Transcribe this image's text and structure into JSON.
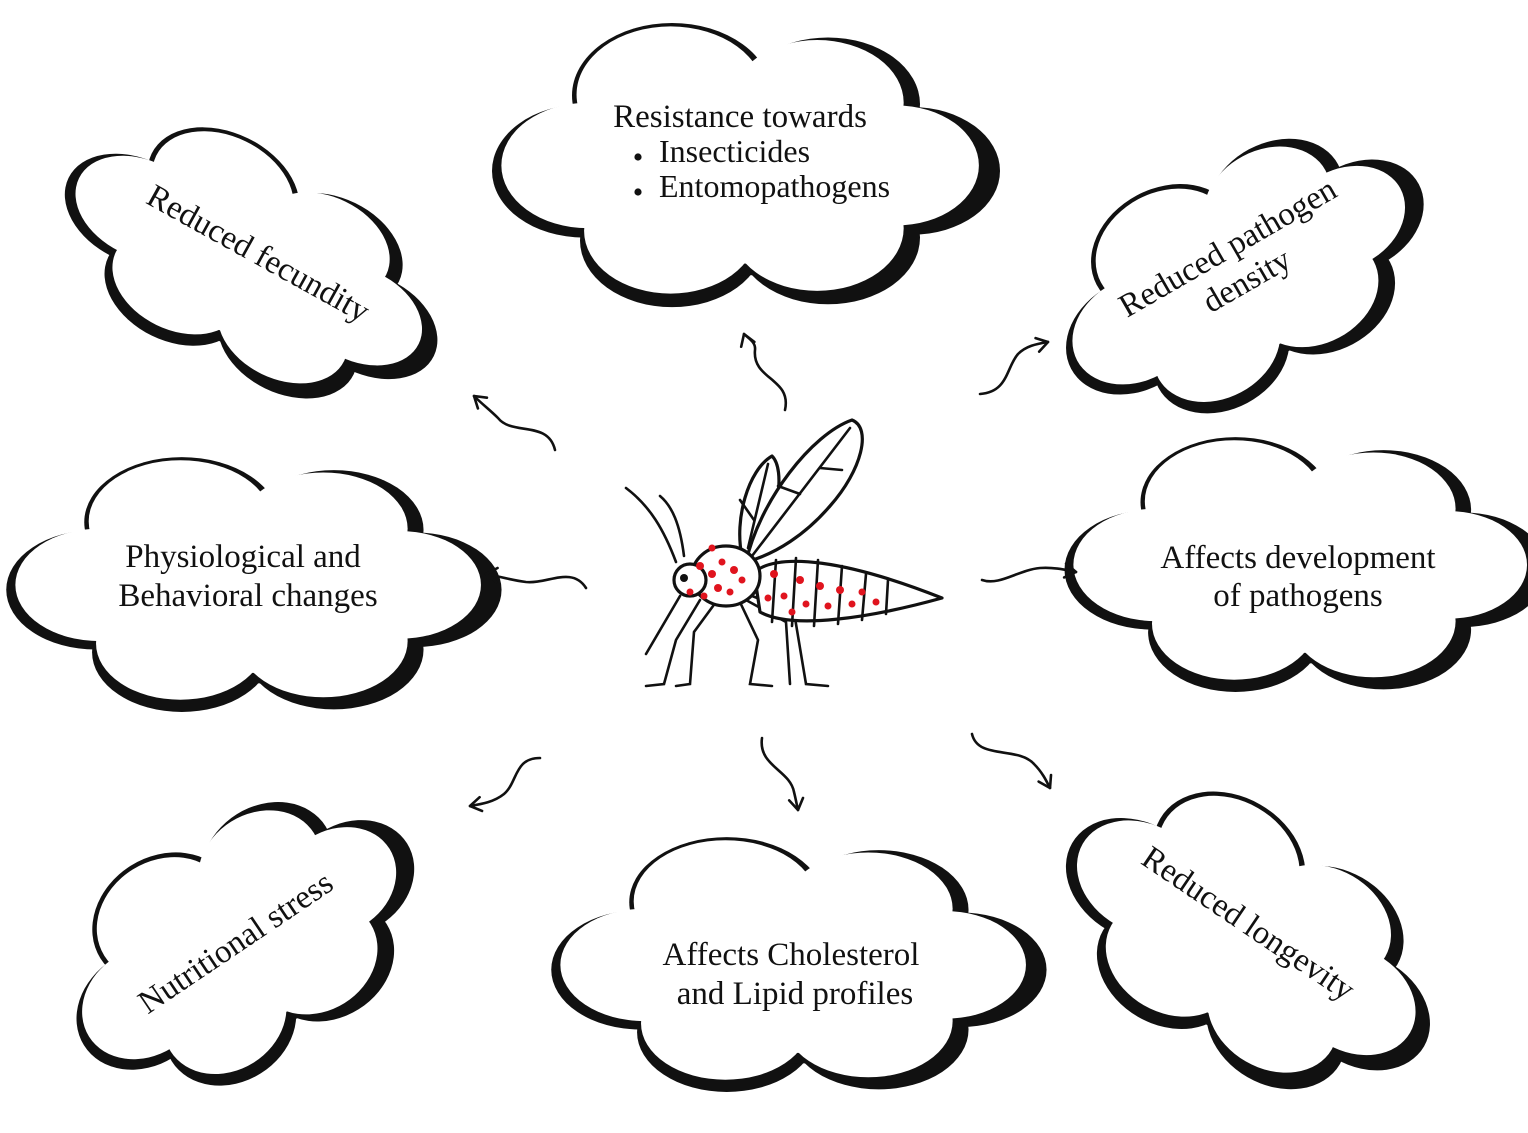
{
  "colors": {
    "ink": "#111111",
    "background": "#ffffff",
    "infection_dots": "#e0141e"
  },
  "center": {
    "icon": "mosquito-icon"
  },
  "effects": {
    "resistance": {
      "title": "Resistance towards",
      "items": [
        "Insecticides",
        "Entomopathogens"
      ]
    },
    "fecundity": {
      "lines": [
        "Reduced fecundity"
      ]
    },
    "pathogen_density": {
      "lines": [
        "Reduced pathogen",
        "density"
      ]
    },
    "physiological": {
      "lines": [
        "Physiological and",
        "Behavioral changes"
      ]
    },
    "development": {
      "lines": [
        "Affects development",
        "of pathogens"
      ]
    },
    "nutritional": {
      "lines": [
        "Nutritional stress"
      ]
    },
    "cholesterol": {
      "lines": [
        "Affects Cholesterol",
        "and Lipid profiles"
      ]
    },
    "longevity": {
      "lines": [
        "Reduced longevity"
      ]
    }
  }
}
